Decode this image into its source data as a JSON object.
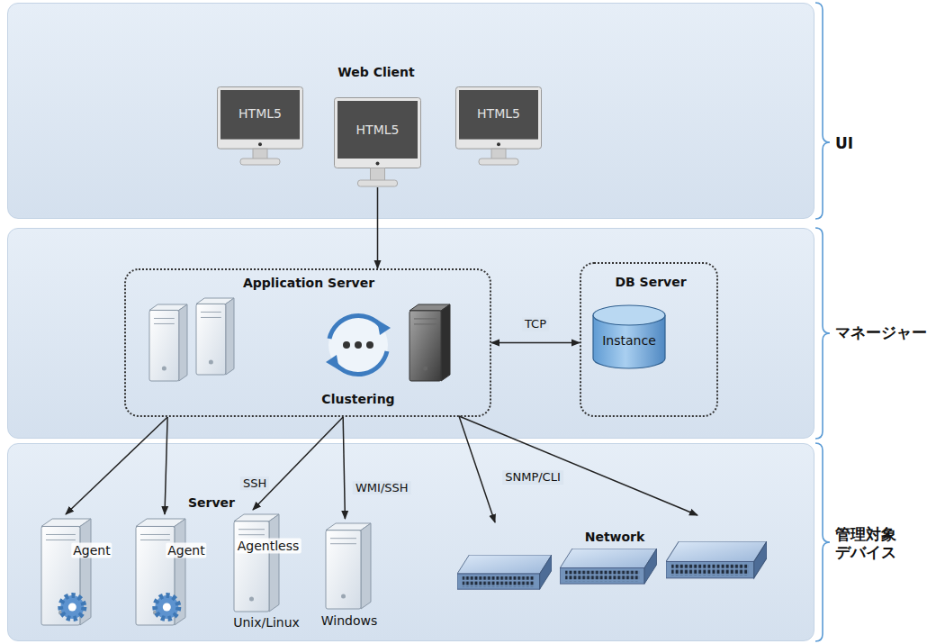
{
  "diagram": {
    "nodes": [
      {
        "text": [
          "UI"
        ]
      },
      {
        "text": [
          "HTML5"
        ],
        "in": 0
      },
      {
        "text": [
          "HTML5"
        ],
        "in": 0
      },
      {
        "text": [
          "HTML5"
        ],
        "in": 0
      },
      {
        "text": [
          "マネージャー"
        ]
      },
      {
        "text": [
          "Application Server",
          "Clustering"
        ],
        "in": 4
      },
      {
        "text": [
          "DB Server"
        ],
        "in": 4
      },
      {
        "text": [
          "Instance"
        ],
        "in": 6
      },
      {
        "text": [
          "管理対象 デバイス"
        ]
      },
      {
        "text": [
          "Agent"
        ],
        "in": 8
      },
      {
        "text": [
          "Agent"
        ],
        "in": 8
      },
      {
        "text": [
          "Agentless",
          "Unix/Linux"
        ],
        "in": 8
      },
      {
        "text": [
          "Windows"
        ],
        "in": 8
      }
    ],
    "edges": [
      {
        "from": 2,
        "to": 5,
        "arrow": "to"
      },
      {
        "from": 5,
        "to": 6,
        "label": "TCP",
        "arrow": "both"
      },
      {
        "from": 5,
        "to": 9,
        "arrow": "to"
      },
      {
        "from": 5,
        "to": 10,
        "arrow": "to"
      },
      {
        "from": 5,
        "to": 11,
        "label": "SSH",
        "arrow": "to"
      },
      {
        "from": 5,
        "to": 12,
        "label": "WMI/SSH",
        "arrow": "to"
      }
    ],
    "labels": [
      "Web Client",
      "Server",
      "SNMP/CLI",
      "Network"
    ]
  }
}
